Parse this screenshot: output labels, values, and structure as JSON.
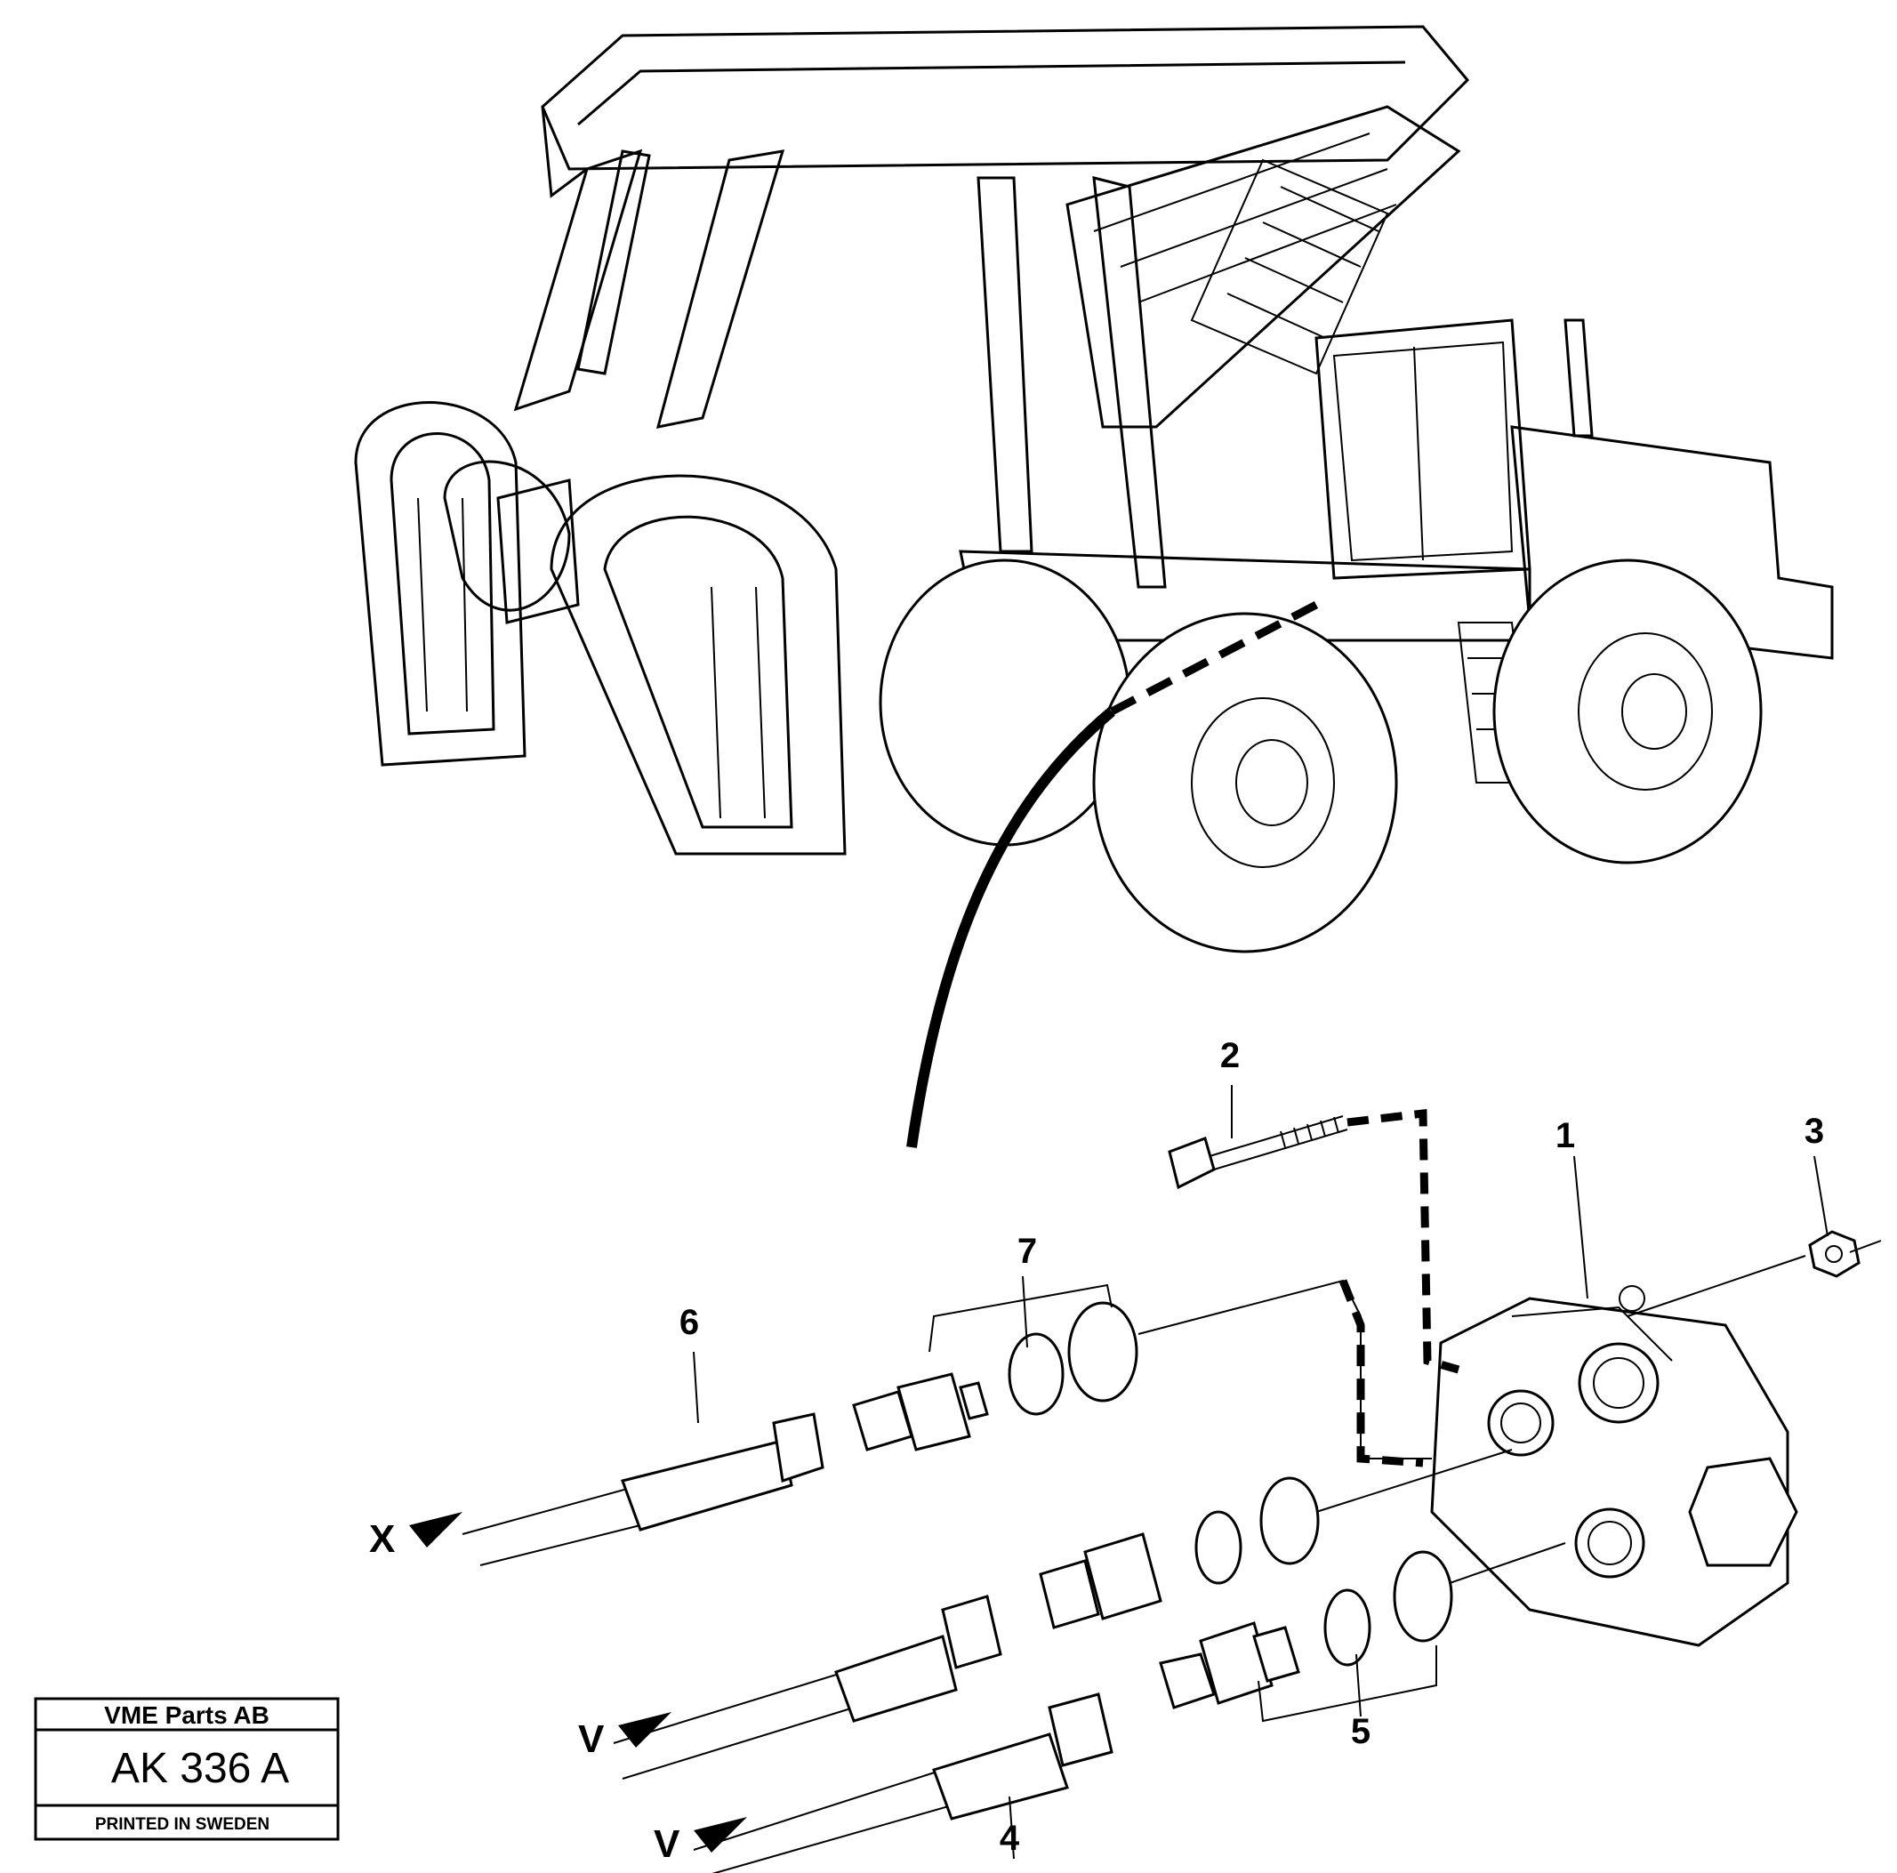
{
  "callouts": [
    "1",
    "2",
    "3",
    "4",
    "5",
    "6",
    "7"
  ],
  "flow_labels": [
    "X",
    "V",
    "V"
  ],
  "title_block": {
    "company": "VME Parts AB",
    "code": "AK 336 A",
    "printed": "PRINTED IN SWEDEN"
  }
}
